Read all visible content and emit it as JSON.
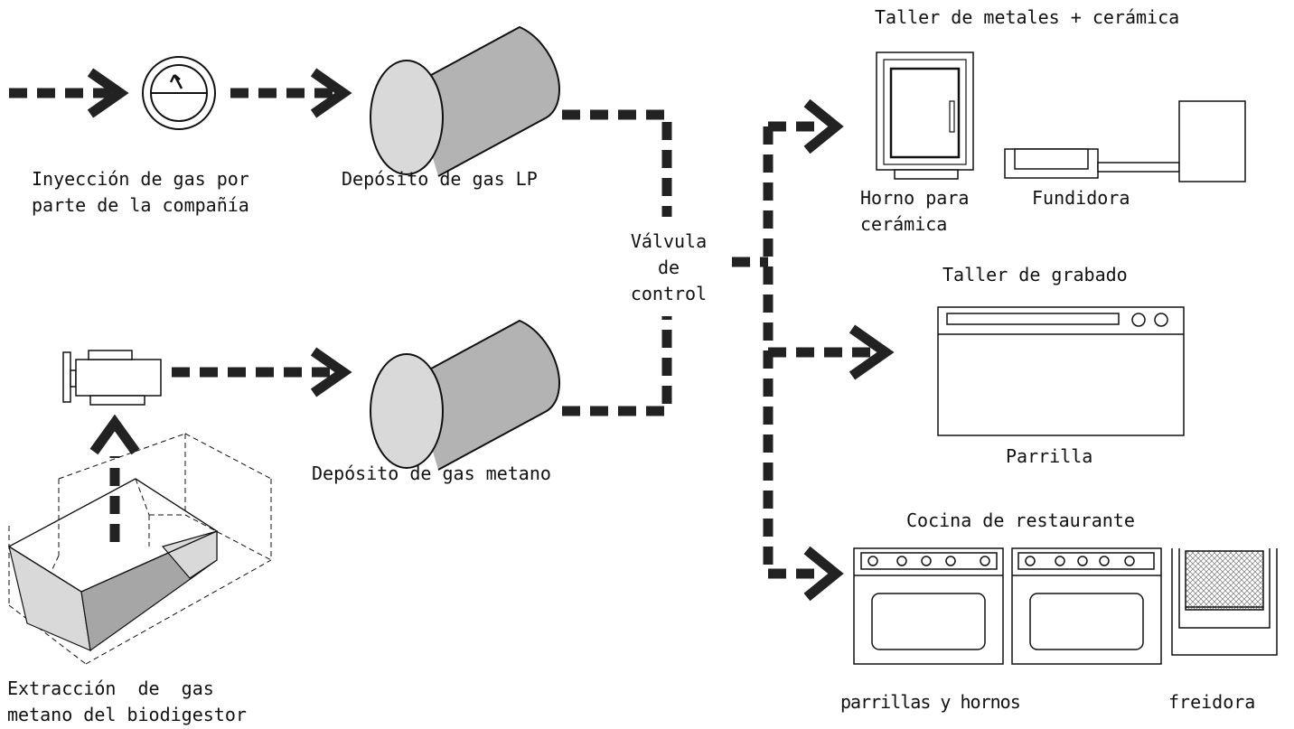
{
  "labels": {
    "injection": "Inyección de gas por\nparte de la compañía",
    "lp_tank": "Depósito de gas LP",
    "methane_tank": "Depósito de gas metano",
    "extraction": "Extracción  de  gas\nmetano del biodigestor",
    "valve": "Válvula\nde\ncontrol",
    "metals_workshop": "Taller de metales + cerámica",
    "ceramic_kiln": "Horno para\ncerámica",
    "foundry": "Fundidora",
    "engraving_workshop": "Taller de grabado",
    "grill": "Parrilla",
    "kitchen": "Cocina de restaurante",
    "grills_ovens": "parrillas y hornos",
    "fryer": "freidora"
  },
  "colors": {
    "line": "#222222",
    "tank_fill": "#b3b3b3",
    "tank_end": "#d9d9d9",
    "trough_dark": "#a6a6a6",
    "trough_light": "#d9d9d9"
  }
}
